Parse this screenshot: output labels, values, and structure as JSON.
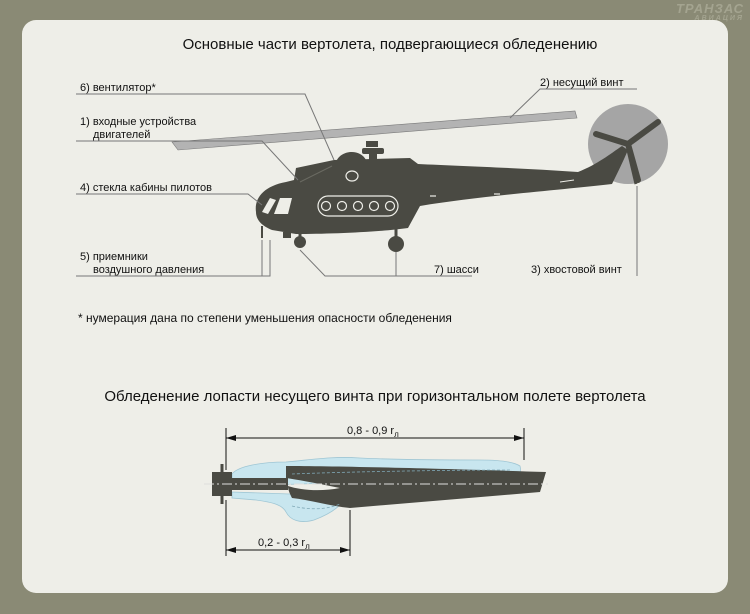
{
  "watermark": {
    "brand": "ТРАНЗАС",
    "sub": "АВИАЦИЯ"
  },
  "top": {
    "title": "Основные части вертолета, подвергающиеся обледенению",
    "labels": {
      "fan": "6) вентилятор*",
      "intakes_1": "1) входные устройства",
      "intakes_2": "двигателей",
      "windows": "4) стекла кабины пилотов",
      "pitot_1": "5) приемники",
      "pitot_2": "воздушного давления",
      "gear": "7) шасси",
      "main_rotor": "2) несущий винт",
      "tail_rotor": "3) хвостовой винт"
    },
    "footnote": "* нумерация дана по степени уменьшения опасности обледенения"
  },
  "bottom": {
    "title": "Обледенение лопасти несущего винта при горизонтальном полете вертолета",
    "dim_long": "0,8 - 0,9 r",
    "dim_short": "0,2 - 0,3 r",
    "dim_sub": "л"
  },
  "colors": {
    "frame": "#8a8a75",
    "panel": "#eeeee8",
    "fuselage": "#4a4a43",
    "ice": "#c8e6ef",
    "rotor_disc": "#a5a5a5"
  }
}
